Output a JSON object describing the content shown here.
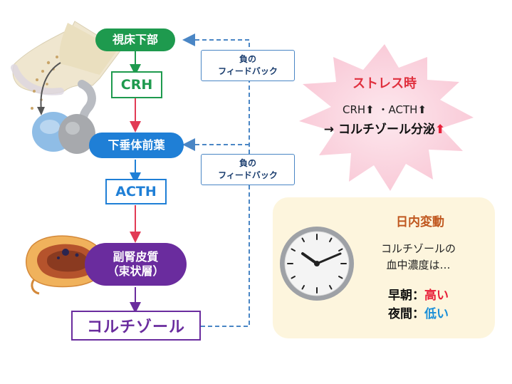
{
  "nodes": {
    "hypothalamus": "視床下部",
    "crh": "CRH",
    "pituitary": "下垂体前葉",
    "acth": "ACTH",
    "adrenal_line1": "副腎皮質",
    "adrenal_line2": "（束状層）",
    "cortisol": "コルチゾール"
  },
  "feedback": [
    {
      "line1": "負の",
      "line2": "フィードバック"
    },
    {
      "line1": "負の",
      "line2": "フィードバック"
    }
  ],
  "stress": {
    "title": "ストレス時",
    "line1_a": "CRH",
    "line1_b": "・ACTH",
    "line2": "→ コルチゾール分泌",
    "up_arrow": "⬆"
  },
  "diurnal": {
    "title": "日内変動",
    "line1": "コルチゾールの",
    "line2": "血中濃度は…",
    "morning_label": "早朝：",
    "morning_value": "高い",
    "night_label": "夜間：",
    "night_value": "低い"
  },
  "colors": {
    "hypothalamus": "#1e9a4e",
    "pituitary": "#1f7fd6",
    "adrenal": "#6a2c9e",
    "arrow_red": "#e23a55",
    "feedback_blue": "#4a86c5",
    "high": "#e8203a",
    "low": "#1a8fd8",
    "title_orange": "#c0571e",
    "title_red": "#e0303e"
  }
}
